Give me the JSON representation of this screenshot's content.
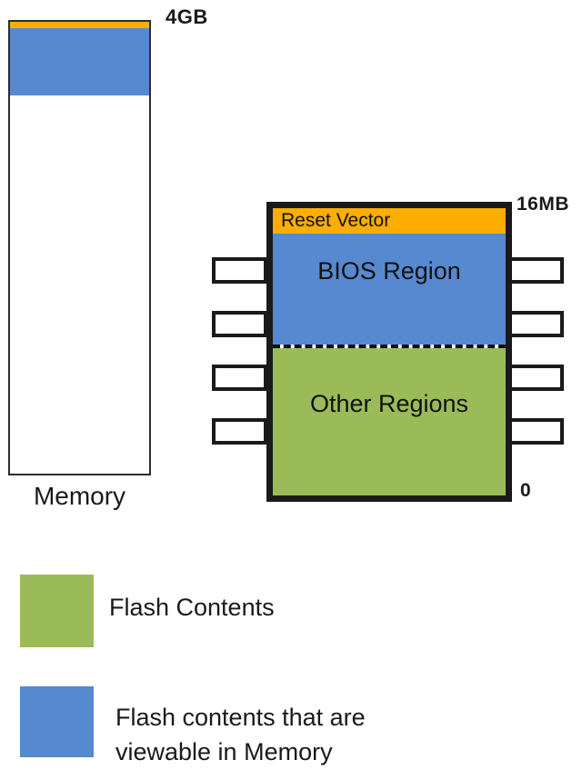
{
  "diagram": {
    "memory_bar": {
      "top_label": "4GB",
      "caption": "Memory"
    },
    "flash_chip": {
      "top_label": "16MB",
      "bottom_label": "0",
      "reset_vector_label": "Reset Vector",
      "bios_region_label": "BIOS Region",
      "other_regions_label": "Other Regions",
      "pins_per_side": 4
    },
    "legend": {
      "flash_contents_label": "Flash Contents",
      "viewable_line1": "Flash contents that are",
      "viewable_line2": "viewable in Memory"
    },
    "colors": {
      "orange": "#FCAD00",
      "blue": "#5689D0",
      "green": "#9BBB59",
      "ink": "#1A1A1A"
    }
  }
}
